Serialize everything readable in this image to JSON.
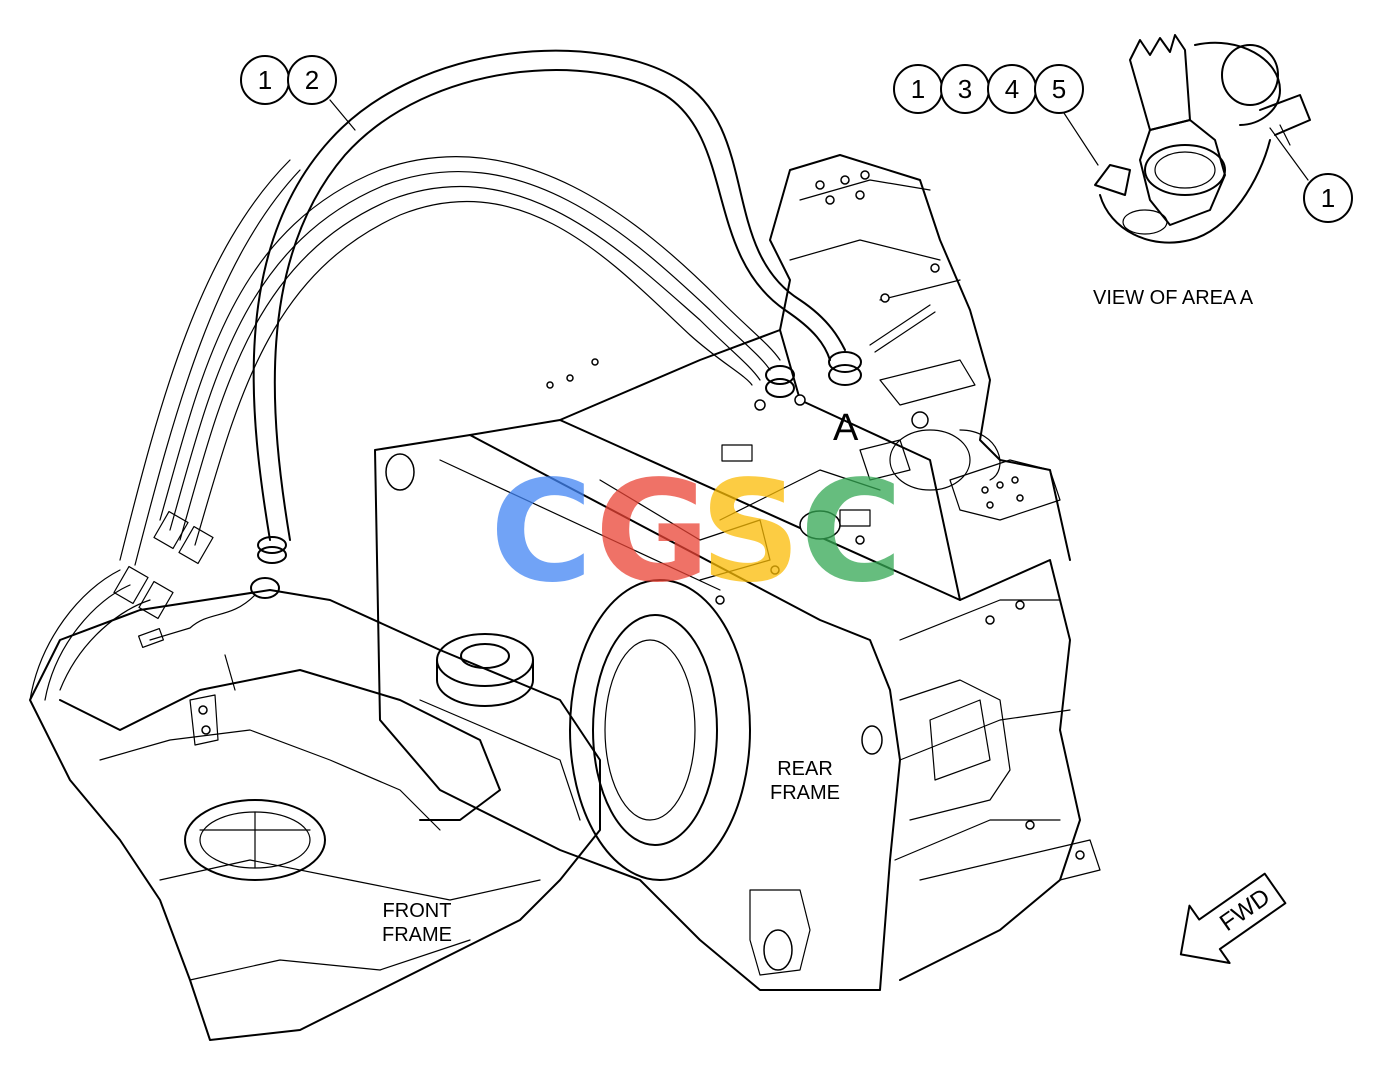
{
  "callouts": {
    "top_left": [
      "1",
      "2"
    ],
    "top_right": [
      "1",
      "3",
      "4",
      "5"
    ],
    "detail_right": "1"
  },
  "labels": {
    "view_caption": "VIEW OF AREA A",
    "area_marker": "A",
    "rear_frame_line1": "REAR",
    "rear_frame_line2": "FRAME",
    "front_frame_line1": "FRONT",
    "front_frame_line2": "FRAME",
    "fwd_arrow": "FWD"
  },
  "watermark": {
    "letters": [
      "C",
      "G",
      "S",
      "C"
    ],
    "colors": [
      "#4285F4",
      "#EA4335",
      "#FBBC05",
      "#34A853"
    ]
  }
}
